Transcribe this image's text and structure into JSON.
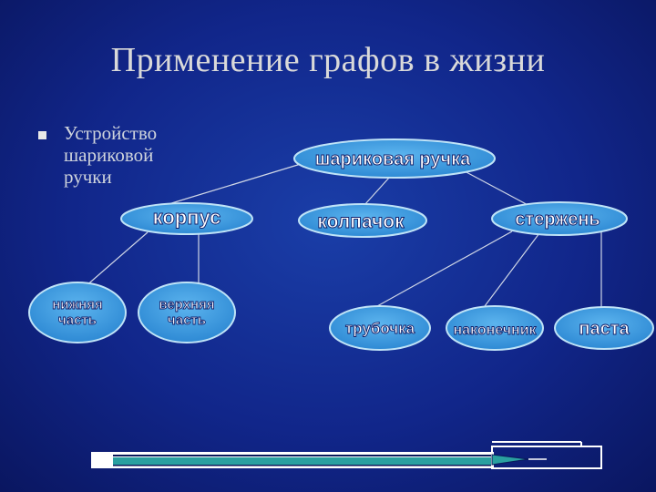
{
  "slide": {
    "title": "Применение графов в жизни",
    "bullet_text": "Устройство шариковой ручки"
  },
  "colors": {
    "node_fill": "#2f8fd8",
    "node_stroke": "#bfe3f7",
    "edge": "#cfd6e6",
    "background": "#11268a",
    "title_text": "#d9d9d9"
  },
  "graph": {
    "nodes": {
      "root": "шариковая ручка",
      "korpus": "корпус",
      "kolpachok": "колпачок",
      "sterzhen": "стержень",
      "nizhnyaya_1": "нижняя",
      "nizhnyaya_2": "часть",
      "verkhnyaya_1": "верхняя",
      "verkhnyaya_2": "часть",
      "trubochka": "трубочка",
      "nakonechnik": "наконечник",
      "pasta": "паста"
    },
    "edges": [
      [
        "шариковая ручка",
        "корпус"
      ],
      [
        "шариковая ручка",
        "колпачок"
      ],
      [
        "шариковая ручка",
        "стержень"
      ],
      [
        "корпус",
        "нижняя часть"
      ],
      [
        "корпус",
        "верхняя часть"
      ],
      [
        "стержень",
        "трубочка"
      ],
      [
        "стержень",
        "наконечник"
      ],
      [
        "стержень",
        "паста"
      ]
    ]
  },
  "decoration": {
    "pencil_icon": "pencil-icon"
  }
}
